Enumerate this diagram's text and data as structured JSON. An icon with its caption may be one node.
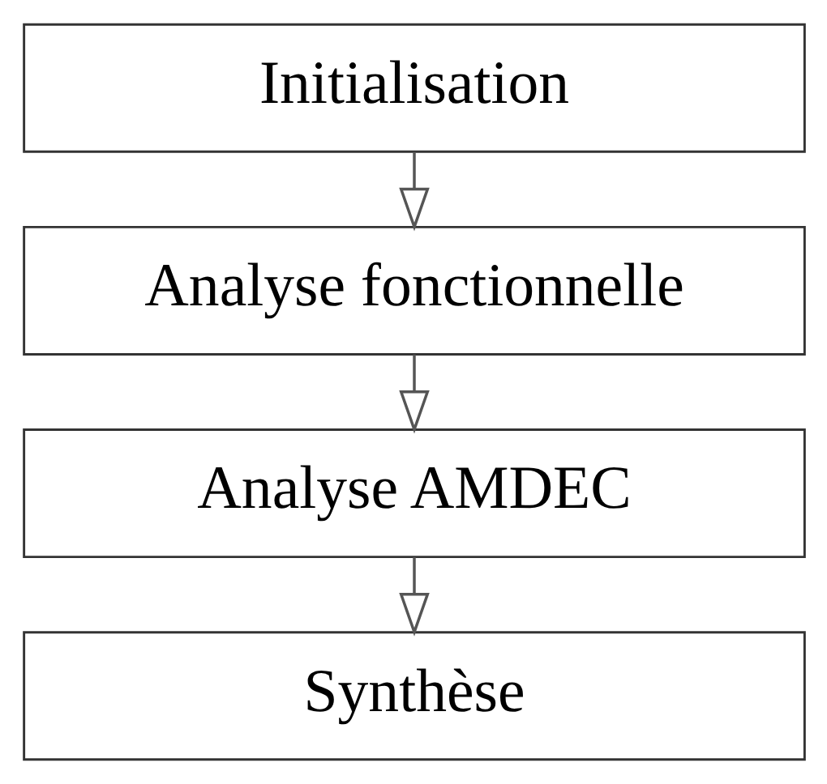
{
  "diagram": {
    "nodes": [
      {
        "text": [
          "Initialisation"
        ]
      },
      {
        "text": [
          "Analyse fonctionnelle"
        ]
      },
      {
        "text": [
          "Analyse AMDEC"
        ]
      },
      {
        "text": [
          "Synthèse"
        ]
      }
    ],
    "edges": [
      {
        "from": 0,
        "to": 1,
        "arrow": "to"
      },
      {
        "from": 1,
        "to": 2,
        "arrow": "to"
      },
      {
        "from": 2,
        "to": 3,
        "arrow": "to"
      }
    ]
  }
}
